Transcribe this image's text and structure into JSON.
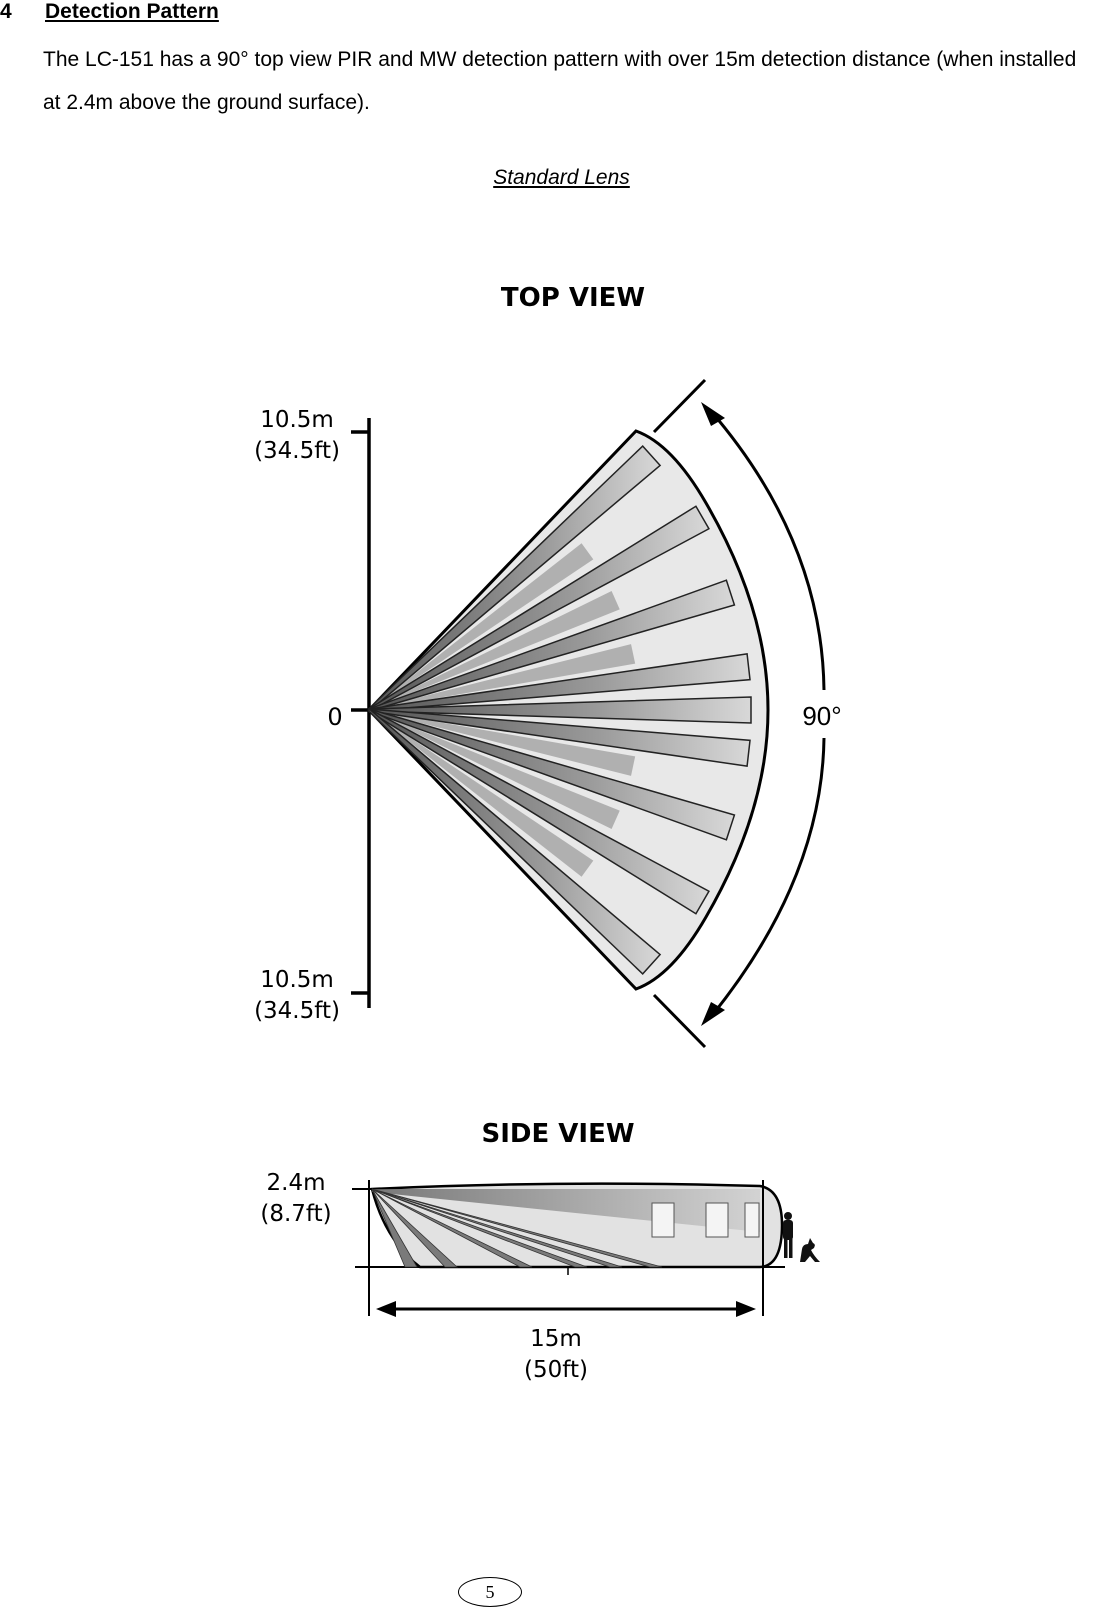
{
  "section": {
    "number": "4",
    "title": "Detection Pattern",
    "paragraph": "The LC-151 has a 90° top view PIR and MW detection pattern with over 15m detection distance (when installed at 2.4m above the ground surface).",
    "lens_caption": "Standard Lens"
  },
  "top_view": {
    "title": "TOP VIEW",
    "top_label_m": "10.5m",
    "top_label_ft": "(34.5ft)",
    "origin_label": "0",
    "bottom_label_m": "10.5m",
    "bottom_label_ft": "(34.5ft)",
    "angle_label": "90°"
  },
  "side_view": {
    "title": "SIDE VIEW",
    "height_m": "2.4m",
    "height_ft": "(8.7ft)",
    "range_m": "15m",
    "range_ft": "(50ft)"
  },
  "page_number": "5"
}
